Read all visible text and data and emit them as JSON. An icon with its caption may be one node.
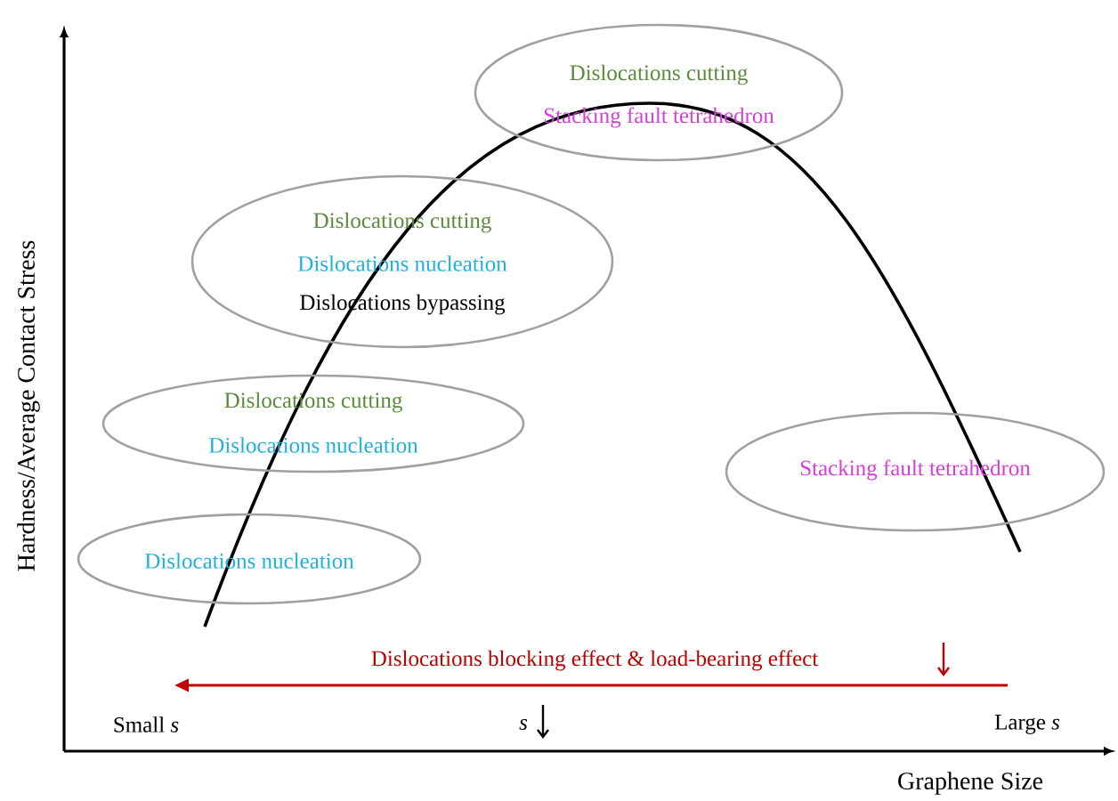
{
  "diagram": {
    "nodes": [
      {
        "text": [
          "Dislocations cutting",
          "Stacking fault tetrahedron"
        ]
      },
      {
        "text": [
          "Dislocations cutting",
          "Dislocations nucleation",
          "Dislocations bypassing"
        ]
      },
      {
        "text": [
          "Dislocations cutting",
          "Dislocations nucleation"
        ]
      },
      {
        "text": [
          "Dislocations nucleation"
        ]
      },
      {
        "text": [
          "Stacking fault tetrahedron"
        ]
      }
    ],
    "edges": [],
    "labels": [
      "Hardness/Average Contact Stress",
      "Dislocations blocking effect & load-bearing effect",
      "Small *s*",
      "*s*",
      "Large *s*",
      "Graphene Size"
    ]
  }
}
